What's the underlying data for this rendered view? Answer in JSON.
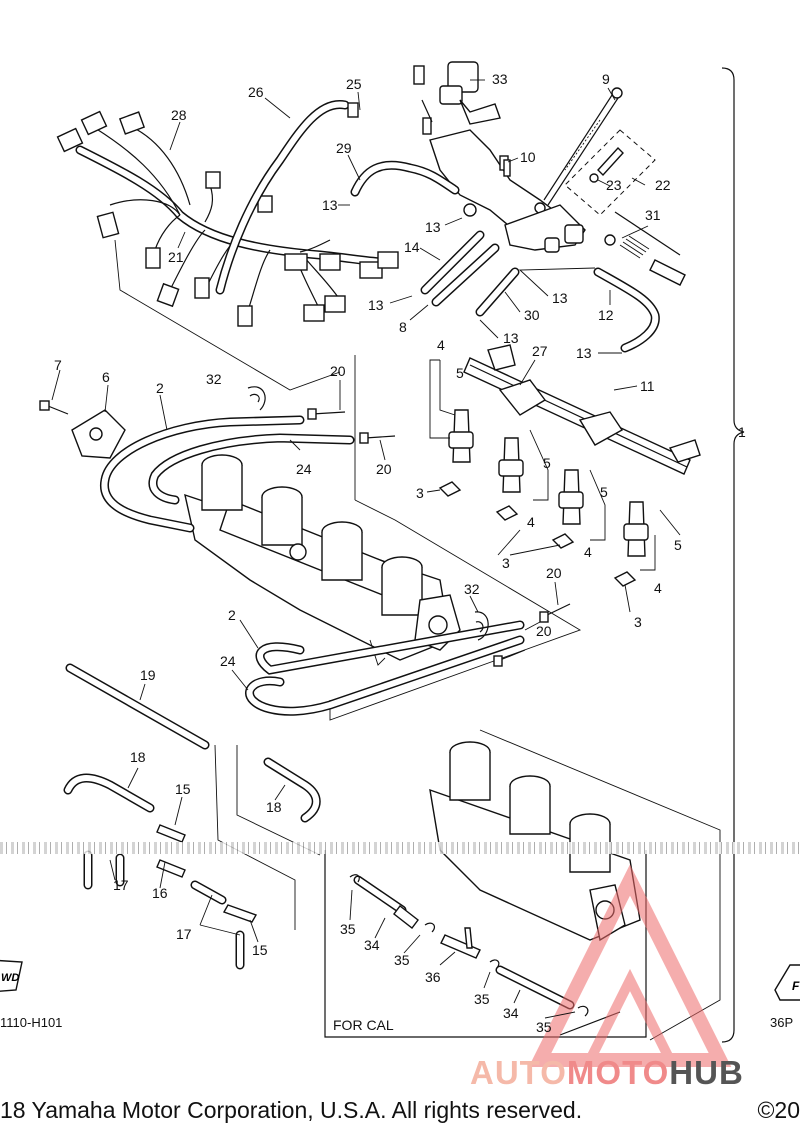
{
  "diagram": {
    "inset_label": "FOR CAL",
    "part_code_left": "1110-H101",
    "part_code_right": "36P",
    "fwd_left": "WD",
    "fwd_right": "F",
    "callouts": [
      "1",
      "2",
      "2",
      "3",
      "3",
      "3",
      "3",
      "4",
      "4",
      "4",
      "4",
      "5",
      "5",
      "5",
      "5",
      "6",
      "7",
      "8",
      "9",
      "10",
      "11",
      "12",
      "13",
      "13",
      "13",
      "13",
      "13",
      "13",
      "13",
      "14",
      "15",
      "15",
      "16",
      "17",
      "17",
      "18",
      "18",
      "19",
      "20",
      "20",
      "20",
      "20",
      "21",
      "22",
      "23",
      "24",
      "24",
      "25",
      "26",
      "27",
      "28",
      "29",
      "30",
      "31",
      "32",
      "32",
      "33",
      "34",
      "34",
      "35",
      "35",
      "35",
      "35",
      "35",
      "36"
    ]
  },
  "footer": {
    "copyright": "18 Yamaha Motor Corporation, U.S.A. All rights reserved.",
    "year": "©20"
  },
  "watermark": {
    "part1": "AUTO",
    "part2": "MOTO",
    "part3": "HUB"
  },
  "colors": {
    "line": "#111111",
    "watermark_red": "#ee6b6b",
    "watermark_grey": "#555555"
  }
}
